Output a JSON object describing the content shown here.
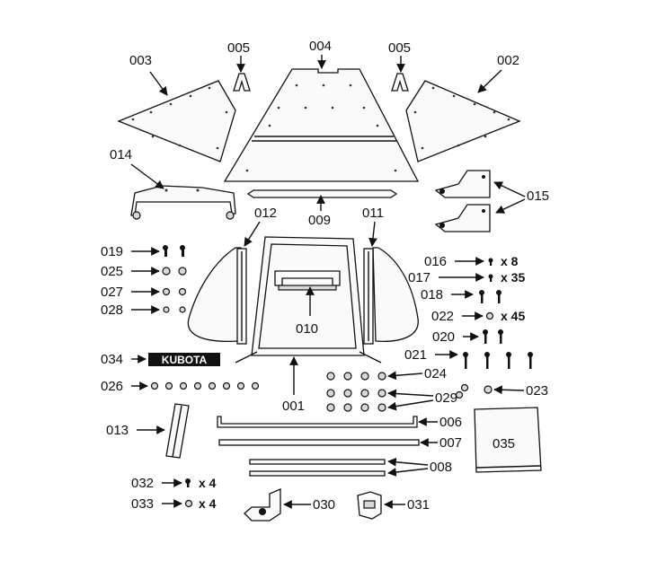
{
  "diagram": {
    "labels": {
      "p001": "001",
      "p002": "002",
      "p003": "003",
      "p004": "004",
      "p005a": "005",
      "p005b": "005",
      "p006": "006",
      "p007": "007",
      "p008": "008",
      "p009": "009",
      "p010": "010",
      "p011": "011",
      "p012": "012",
      "p013": "013",
      "p014": "014",
      "p015": "015",
      "p016": "016",
      "p017": "017",
      "p018": "018",
      "p019": "019",
      "p020": "020",
      "p021": "021",
      "p022": "022",
      "p023": "023",
      "p024": "024",
      "p025": "025",
      "p026": "026",
      "p027": "027",
      "p028": "028",
      "p029": "029",
      "p030": "030",
      "p031": "031",
      "p032": "032",
      "p033": "033",
      "p034": "034",
      "p035": "035"
    },
    "quantities": {
      "q016": "x 8",
      "q017": "x 35",
      "q022": "x 45",
      "q032": "x 4",
      "q033": "x 4"
    },
    "decal_text": "KUBOTA"
  }
}
